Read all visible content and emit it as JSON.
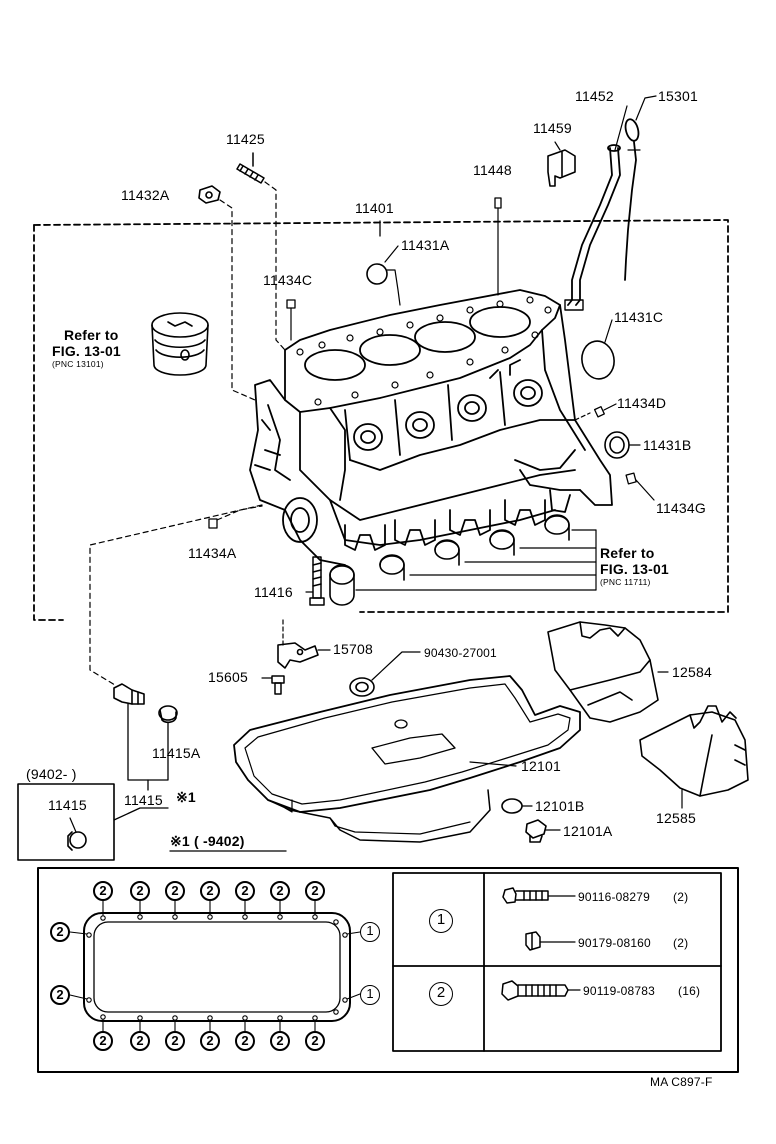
{
  "labels": {
    "p11452": "11452",
    "p15301": "15301",
    "p11459": "11459",
    "p11425": "11425",
    "p11448": "11448",
    "p11432A": "11432A",
    "p11401": "11401",
    "p11431A": "11431A",
    "p11434C": "11434C",
    "p11431C": "11431C",
    "p11434D": "11434D",
    "p11431B": "11431B",
    "p11434G": "11434G",
    "p11434A": "11434A",
    "p11416": "11416",
    "p15708": "15708",
    "p90430_27001": "90430-27001",
    "p15605": "15605",
    "p12584": "12584",
    "p11415A": "11415A",
    "p11415": "11415",
    "p11415_box": "11415",
    "p12101": "12101",
    "p12101B": "12101B",
    "p12101A": "12101A",
    "p12585": "12585",
    "date_9402_open": "(9402-          )",
    "note_mark": "※1",
    "note_date_range": "※1 (      -9402)"
  },
  "refs": [
    {
      "line1": "Refer to",
      "line2": "FIG. 13-01",
      "line3": "(PNC 13101)"
    },
    {
      "line1": "Refer to",
      "line2": "FIG. 13-01",
      "line3": "(PNC 11711)"
    }
  ],
  "bolt_table": {
    "rows": [
      {
        "key": "1",
        "parts": [
          {
            "number": "90116-08279",
            "qty": "(2)"
          },
          {
            "number": "90179-08160",
            "qty": "(2)"
          }
        ]
      },
      {
        "key": "2",
        "parts": [
          {
            "number": "90119-08783",
            "qty": "(16)"
          }
        ]
      }
    ]
  },
  "gasket_marks": {
    "top": [
      "2",
      "2",
      "2",
      "2",
      "2",
      "2",
      "2"
    ],
    "bottom": [
      "2",
      "2",
      "2",
      "2",
      "2",
      "2",
      "2"
    ],
    "left": [
      "2",
      "2"
    ],
    "right": [
      "1",
      "1"
    ]
  },
  "footer": {
    "code": "MA  C897-F"
  }
}
